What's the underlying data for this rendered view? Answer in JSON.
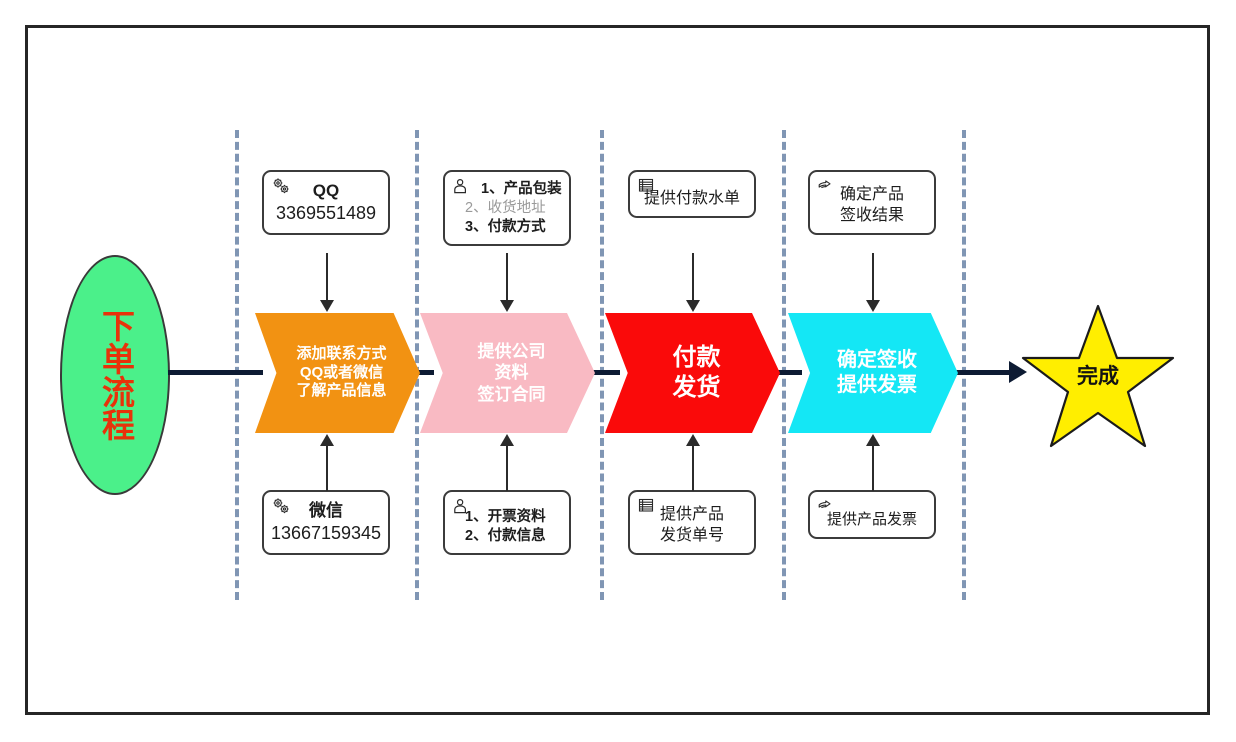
{
  "diagram": {
    "title": "下单流程",
    "start": {
      "label": "下单流程",
      "shape": "ellipse",
      "fill": "#4bf08a",
      "text_color": "#e8320a"
    },
    "end": {
      "label": "完成",
      "shape": "star",
      "fill": "#ffee00",
      "text_color": "#131313"
    },
    "stages": [
      {
        "id": "stage-1",
        "chevron": {
          "lines": [
            "添加联系方式",
            "QQ或者微信",
            "了解产品信息"
          ],
          "fill": "#f29212"
        },
        "top_note": {
          "icon": "gear-icon",
          "lines": [
            "QQ",
            "3369551489"
          ]
        },
        "bottom_note": {
          "icon": "gear-icon",
          "lines": [
            "微信",
            "13667159345"
          ]
        }
      },
      {
        "id": "stage-2",
        "chevron": {
          "lines": [
            "提供公司",
            "资料",
            "签订合同"
          ],
          "fill": "#f9bac3"
        },
        "top_note": {
          "icon": "person-icon",
          "lines": [
            "1、产品包装",
            "2、收货地址",
            "3、付款方式"
          ]
        },
        "bottom_note": {
          "icon": "person-icon",
          "lines": [
            "1、开票资料",
            "2、付款信息"
          ]
        }
      },
      {
        "id": "stage-3",
        "chevron": {
          "lines": [
            "付款",
            "发货"
          ],
          "fill": "#fa0a0a"
        },
        "top_note": {
          "icon": "document-icon",
          "lines": [
            "提供付款水单"
          ]
        },
        "bottom_note": {
          "icon": "document-icon",
          "lines": [
            "提供产品",
            "发货单号"
          ]
        }
      },
      {
        "id": "stage-4",
        "chevron": {
          "lines": [
            "确定签收",
            "提供发票"
          ],
          "fill": "#14e7f5"
        },
        "top_note": {
          "icon": "pointing-hand-icon",
          "lines": [
            "确定产品",
            "签收结果"
          ]
        },
        "bottom_note": {
          "icon": "pointing-hand-icon",
          "lines": [
            "提供产品发票"
          ]
        }
      }
    ],
    "colors": {
      "connector": "#0d1b33",
      "divider": "#8096b4",
      "frame": "#262626",
      "note_border": "#3b3b3b"
    }
  }
}
